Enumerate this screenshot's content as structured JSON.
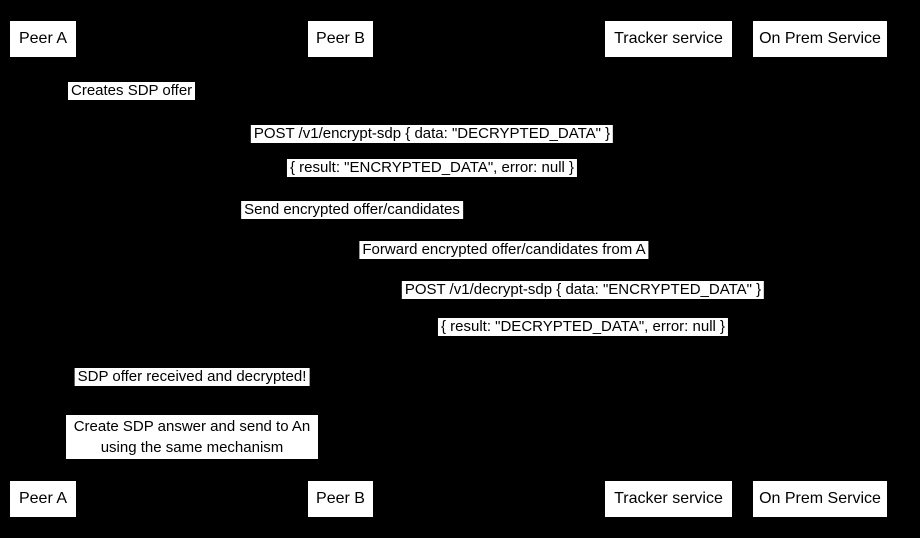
{
  "diagram": {
    "type": "sequence-diagram",
    "colors": {
      "background": "#000000",
      "box_fill": "#ffffff",
      "box_text": "#000000",
      "lines": "#000000"
    },
    "actors": [
      {
        "id": "peer-a",
        "label": "Peer A"
      },
      {
        "id": "peer-b",
        "label": "Peer B"
      },
      {
        "id": "tracker",
        "label": "Tracker service"
      },
      {
        "id": "onprem",
        "label": "On Prem Service"
      }
    ],
    "messages": [
      {
        "from": "peer-a",
        "to": "peer-a",
        "text": "Creates SDP offer"
      },
      {
        "from": "peer-a",
        "to": "onprem",
        "text": "POST /v1/encrypt-sdp { data: \"DECRYPTED_DATA\" }"
      },
      {
        "from": "onprem",
        "to": "peer-a",
        "text": "{ result: \"ENCRYPTED_DATA\", error: null }"
      },
      {
        "from": "peer-a",
        "to": "tracker",
        "text": "Send encrypted offer/candidates"
      },
      {
        "from": "tracker",
        "to": "peer-b",
        "text": "Forward encrypted offer/candidates from A"
      },
      {
        "from": "peer-b",
        "to": "onprem",
        "text": "POST /v1/decrypt-sdp { data: \"ENCRYPTED_DATA\" }"
      },
      {
        "from": "onprem",
        "to": "peer-b",
        "text": "{ result: \"DECRYPTED_DATA\", error: null }"
      },
      {
        "from": "peer-b",
        "to": "peer-a",
        "text": "SDP offer received and decrypted!"
      },
      {
        "from": "peer-a",
        "to": "peer-b",
        "text": "Create SDP answer and send to An using the same mechanism"
      }
    ]
  }
}
